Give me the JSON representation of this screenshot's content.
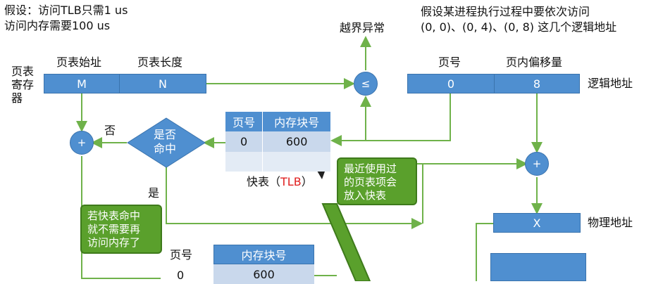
{
  "assumptions": {
    "tlb_time": "假设：访问TLB只需1 us",
    "mem_time": "访问内存需要100 us"
  },
  "scenario": {
    "line1": "假设某进程执行过程中要依次访问",
    "line2": "(0, 0)、(0, 4)、(0, 8) 这几个逻辑地址"
  },
  "overflow_label": "越界异常",
  "page_table_register": {
    "label": "页表\n寄存\n器",
    "start_header": "页表始址",
    "length_header": "页表长度",
    "start_value": "M",
    "length_value": "N"
  },
  "logical_address": {
    "page_header": "页号",
    "offset_header": "页内偏移量",
    "page_value": "0",
    "offset_value": "8",
    "label": "逻辑地址"
  },
  "compare_symbol": "≤",
  "plus_symbol": "+",
  "hit_decision": {
    "text_line1": "是否",
    "text_line2": "命中",
    "no_label": "否",
    "yes_label": "是"
  },
  "tlb": {
    "headers": [
      "页号",
      "内存块号"
    ],
    "rows": [
      [
        "0",
        "600"
      ],
      [
        "",
        ""
      ]
    ],
    "caption_prefix": "快表（",
    "caption_highlight": "TLB",
    "caption_suffix": "）"
  },
  "tlb_note": "最近使用过\n的页表项会\n放入快表",
  "hit_note": "若快表命中\n就不需要再\n访问内存了",
  "page_table": {
    "headers": [
      "页号",
      "内存块号"
    ],
    "rows": [
      [
        "0",
        "600"
      ]
    ]
  },
  "physical_address": {
    "value": "X",
    "label": "物理地址"
  },
  "colors": {
    "box_blue": "#4f8fd0",
    "arrow_green": "#6fb24a",
    "callout_green": "#5aa02c",
    "highlight_red": "#e02020"
  }
}
